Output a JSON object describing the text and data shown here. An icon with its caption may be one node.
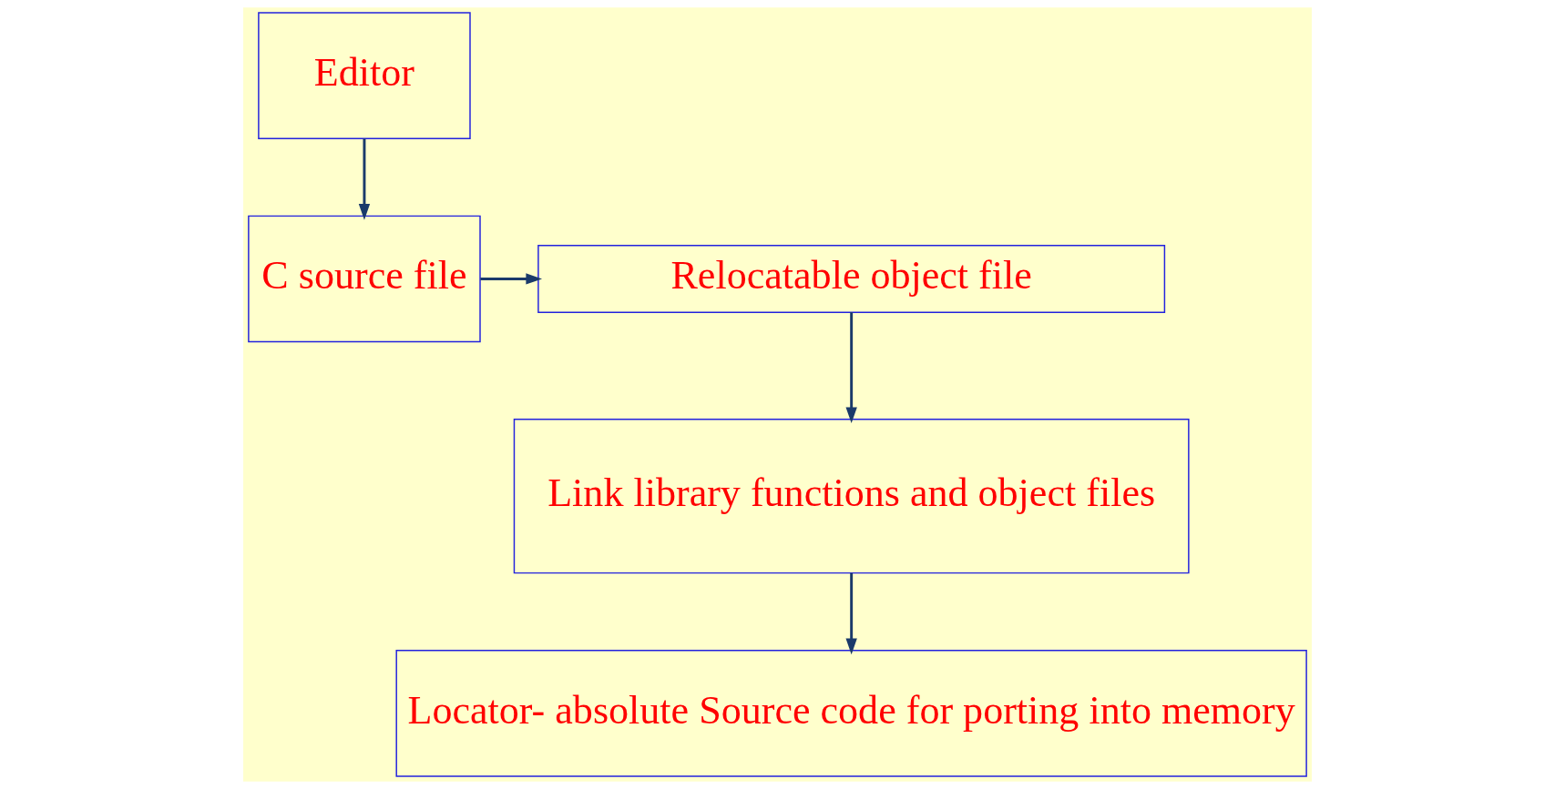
{
  "diagram": {
    "nodes": [
      {
        "text": [
          "C source file"
        ]
      },
      {
        "text": [
          "Relocatable object file"
        ]
      },
      {
        "text": [
          "Link library functions and object files"
        ]
      },
      {
        "text": [
          "Locator- absolute Source code for porting into memory"
        ]
      },
      {
        "text": [
          "Editor"
        ]
      }
    ],
    "edges": [
      {
        "from": 4,
        "to": 0,
        "arrow": "to"
      },
      {
        "from": 0,
        "to": 1,
        "arrow": "to"
      },
      {
        "from": 1,
        "to": 2,
        "arrow": "to"
      },
      {
        "from": 2,
        "to": 3,
        "arrow": "to"
      }
    ]
  }
}
